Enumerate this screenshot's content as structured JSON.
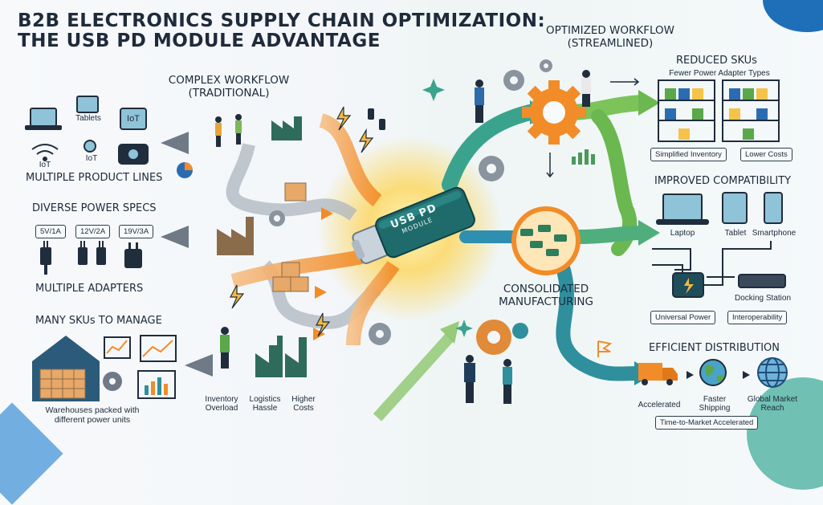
{
  "title": {
    "line1": "B2B ELECTRONICS SUPPLY CHAIN OPTIMIZATION:",
    "line2": "THE USB PD MODULE ADVANTAGE"
  },
  "left": {
    "complex_workflow": {
      "line1": "COMPLEX WORKFLOW",
      "line2": "(TRADITIONAL)"
    },
    "devices": {
      "tablets": "Tablets",
      "iot_screen": "IoT",
      "iot_wifi": "IoT",
      "iot_cam": "IoT"
    },
    "multiple_product_lines": "MULTIPLE PRODUCT LINES",
    "diverse_power_specs": "DIVERSE POWER SPECS",
    "specs": [
      "5V/1A",
      "12V/2A",
      "19V/3A"
    ],
    "multiple_adapters": "MULTIPLE ADAPTERS",
    "many_skus": "MANY SKUs TO MANAGE",
    "warehouse_caption": {
      "line1": "Warehouses packed with",
      "line2": "different power units"
    },
    "issues": [
      {
        "line1": "Inventory",
        "line2": "Overload"
      },
      {
        "line1": "Logistics",
        "line2": "Hassle"
      },
      {
        "line1": "Higher",
        "line2": "Costs"
      }
    ]
  },
  "center": {
    "module": {
      "line1": "USB PD",
      "line2": "MODULE"
    },
    "consolidated": {
      "line1": "CONSOLIDATED",
      "line2": "MANUFACTURING"
    }
  },
  "right": {
    "optimized_workflow": {
      "line1": "OPTIMIZED WORKFLOW",
      "line2": "(STREAMLINED)"
    },
    "reduced_skus": "REDUCED SKUs",
    "reduced_sub": "Fewer Power Adapter Types",
    "reduced_pills": [
      "Simplified Inventory",
      "Lower Costs"
    ],
    "improved_compat": "IMPROVED COMPATIBILITY",
    "devices": [
      "Laptop",
      "Tablet",
      "Smartphone"
    ],
    "docking_station": "Docking Station",
    "compat_pills": [
      "Universal Power",
      "Interoperability"
    ],
    "efficient_dist": "EFFICIENT DISTRIBUTION",
    "dist_steps": [
      {
        "line1": "Accelerated",
        "line2": ""
      },
      {
        "line1": "Faster",
        "line2": "Shipping"
      },
      {
        "line1": "Global Market",
        "line2": "Reach"
      }
    ],
    "ttm_pill": "Time-to-Market Accelerated"
  },
  "colors": {
    "orange": "#f28c28",
    "green": "#5aa84a",
    "teal": "#2f8f9d",
    "blue": "#2b6cb0",
    "navy": "#1f2d3d",
    "glow": "#fbd65a"
  }
}
